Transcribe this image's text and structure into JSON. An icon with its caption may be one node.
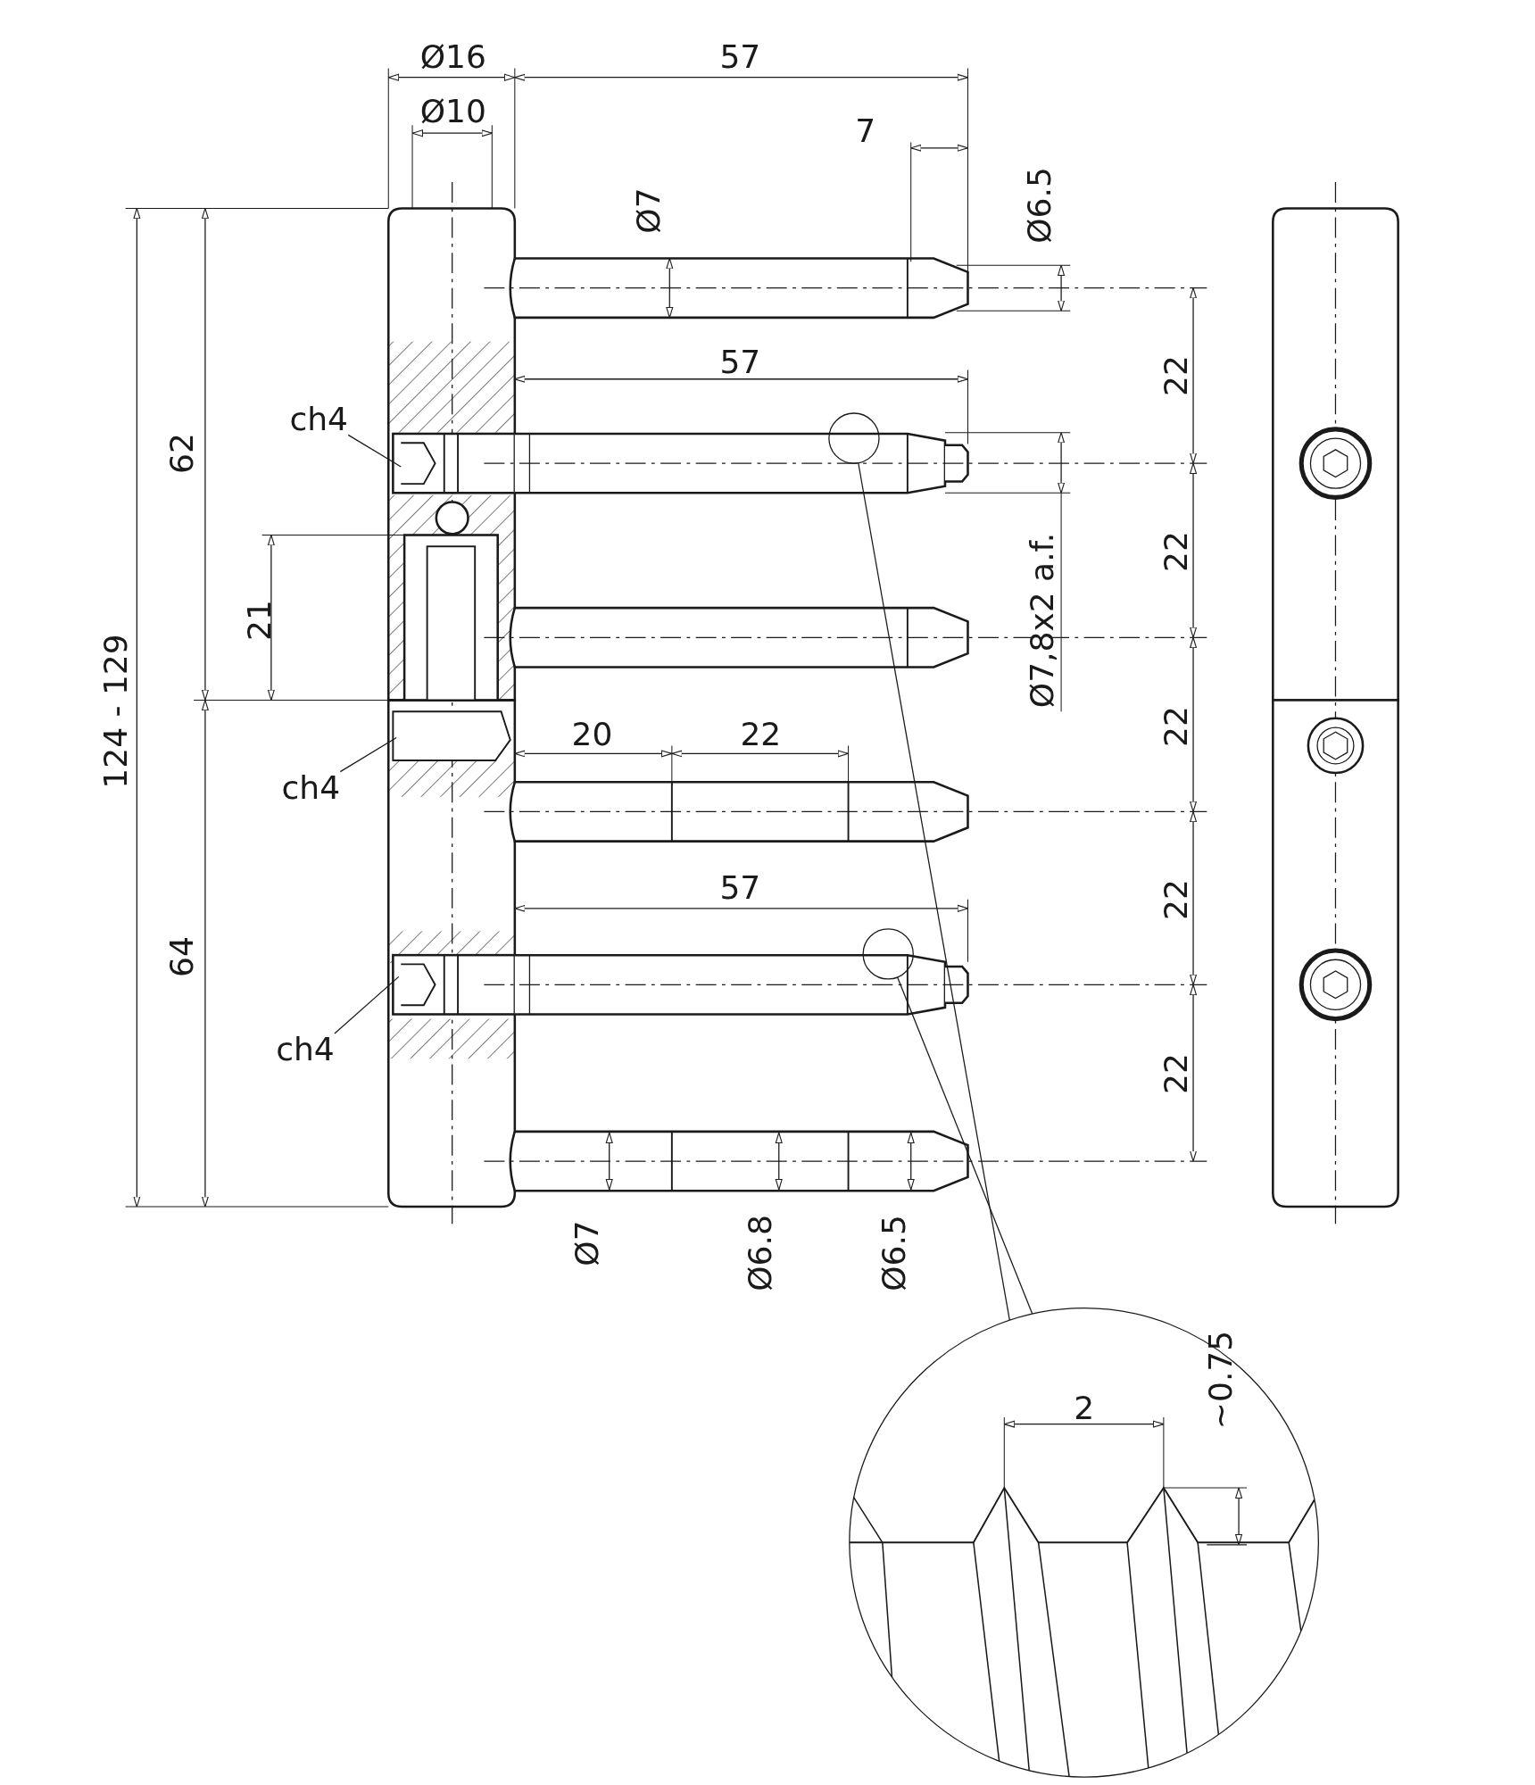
{
  "diagram": {
    "nodes": [
      {
        "text": [
          "ch4"
        ]
      },
      {
        "text": [
          "ch4"
        ]
      },
      {
        "text": [
          "ch4"
        ]
      },
      {
        "text": [],
        "shape": "circle"
      },
      {
        "text": [],
        "shape": "circle"
      },
      {
        "text": [],
        "shape": "circle"
      }
    ],
    "edges": [
      {
        "from": 0,
        "to": null,
        "arrow": "none"
      },
      {
        "from": 1,
        "to": null,
        "arrow": "none"
      },
      {
        "from": 2,
        "to": null,
        "arrow": "none"
      },
      {
        "from": 3,
        "to": 5,
        "arrow": "none"
      },
      {
        "from": 4,
        "to": 5,
        "arrow": "none"
      }
    ],
    "labels": [
      "Ø16",
      "57",
      "Ø10",
      "7",
      "Ø7",
      "Ø6.5",
      "57",
      "62",
      "22",
      "22",
      "Ø7,8x2 a.f.",
      "21",
      "124 - 129",
      "20",
      "22",
      "22",
      "57",
      "64",
      "22",
      "22",
      "Ø7",
      "Ø6.8",
      "Ø6.5",
      "2",
      "~0.75"
    ]
  }
}
